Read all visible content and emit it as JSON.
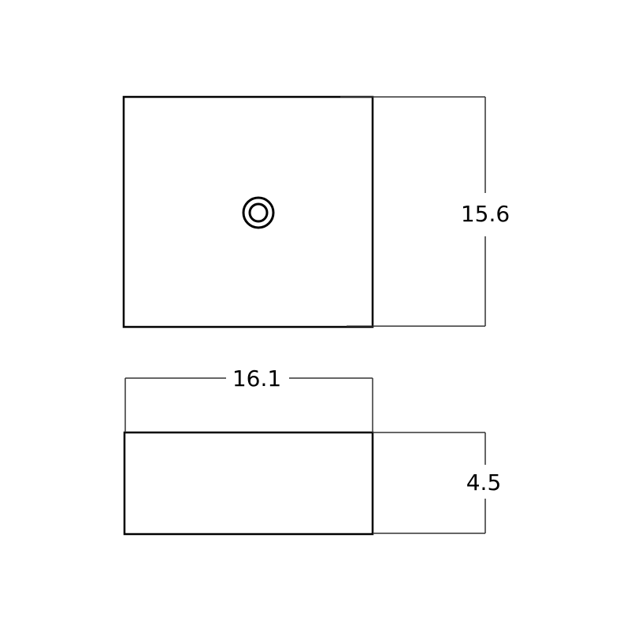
{
  "chart_data": {
    "type": "diagram",
    "title": "",
    "views": [
      {
        "name": "top-view",
        "shape": "square basin with centered drain",
        "height_dimension": 15.6
      },
      {
        "name": "side-view",
        "shape": "rectangle",
        "width_dimension": 16.1,
        "height_dimension": 4.5
      }
    ]
  },
  "dimensions": {
    "top_depth": "15.6",
    "width": "16.1",
    "side_height": "4.5"
  },
  "colors": {
    "outline": "#000000",
    "dimension_line": "#333333",
    "background": "#ffffff"
  }
}
